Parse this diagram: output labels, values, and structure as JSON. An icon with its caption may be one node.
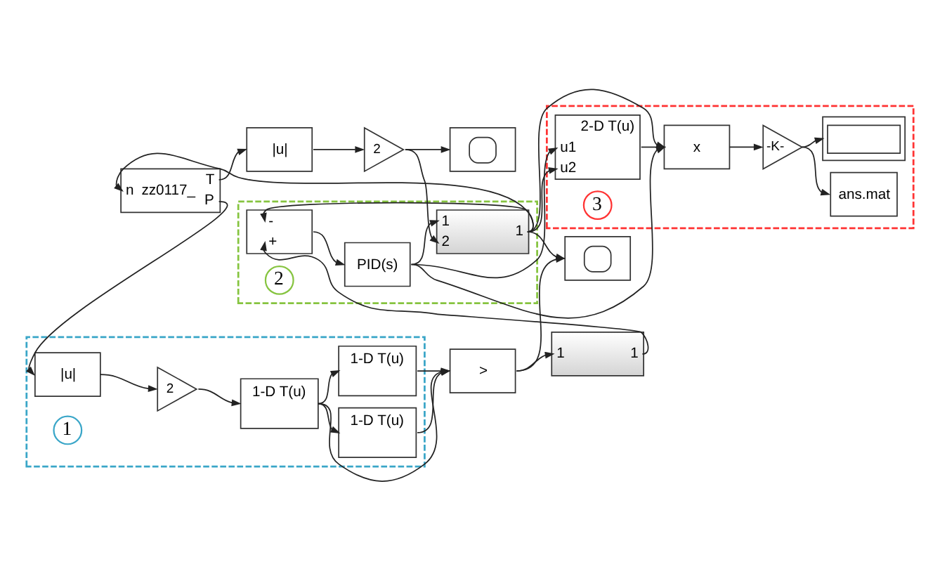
{
  "diagram": {
    "nodes": [
      {
        "text": [
          "n",
          "zz0117_",
          "T",
          "P"
        ]
      },
      {
        "text": [
          "|u|"
        ]
      },
      {
        "text": [
          "2"
        ]
      },
      {
        "text": [],
        "shape": "box"
      },
      {
        "text": [],
        "shape": "box"
      },
      {
        "text": [],
        "shape": "box"
      },
      {
        "text": [
          "1",
          "1"
        ]
      },
      {
        "text": [],
        "shape": "box"
      },
      {
        "text": [
          "-",
          "+"
        ],
        "in": 7
      },
      {
        "text": [
          "PID(s)"
        ],
        "in": 7
      },
      {
        "text": [
          "2"
        ],
        "in": 7
      },
      {
        "text": [
          "1",
          "2",
          "1"
        ],
        "in": 7
      },
      {
        "text": [
          ">"
        ]
      },
      {
        "text": [
          "|u|"
        ],
        "in": 5
      },
      {
        "text": [
          "2"
        ],
        "in": 5
      },
      {
        "text": [
          "1-D T(u)"
        ],
        "in": 5
      },
      {
        "text": [
          "1-D T(u)"
        ],
        "in": 5
      },
      {
        "text": [
          "1-D T(u)"
        ],
        "in": 5
      },
      {
        "text": [
          "1"
        ],
        "in": 5
      },
      {
        "text": [],
        "shape": "box"
      },
      {
        "text": [
          "2-D T(u)",
          "u1",
          "u2"
        ],
        "in": 19
      },
      {
        "text": [
          "x"
        ],
        "in": 19
      },
      {
        "text": [
          "-K-"
        ],
        "in": 19
      },
      {
        "text": [
          "ans.mat"
        ],
        "in": 19
      },
      {
        "text": [],
        "shape": "box",
        "in": 19
      },
      {
        "text": [
          "3"
        ],
        "in": 19
      }
    ],
    "edges": [
      {
        "from": 0,
        "to": 1,
        "arrow": "to"
      },
      {
        "from": 1,
        "to": 2,
        "arrow": "to"
      },
      {
        "from": 2,
        "to": 3,
        "arrow": "to"
      },
      {
        "from": 2,
        "to": 11,
        "arrow": "to"
      },
      {
        "from": 0,
        "to": 13,
        "arrow": "to"
      },
      {
        "from": 13,
        "to": 14,
        "arrow": "to"
      },
      {
        "from": 14,
        "to": 15,
        "arrow": "to"
      },
      {
        "from": 15,
        "to": 16,
        "arrow": "to"
      },
      {
        "from": 15,
        "to": 17,
        "arrow": "to"
      },
      {
        "from": 15,
        "to": 12,
        "arrow": "to"
      },
      {
        "from": 16,
        "to": 12,
        "arrow": "to"
      },
      {
        "from": 17,
        "to": 12,
        "arrow": "to"
      },
      {
        "from": 12,
        "to": 6,
        "arrow": "to"
      },
      {
        "from": 12,
        "to": 4,
        "arrow": "to"
      },
      {
        "from": 6,
        "to": 8,
        "arrow": "to"
      },
      {
        "from": 8,
        "to": 9,
        "arrow": "to"
      },
      {
        "from": 9,
        "to": 11,
        "arrow": "to"
      },
      {
        "from": 9,
        "to": 20,
        "arrow": "to"
      },
      {
        "from": 9,
        "to": 21,
        "arrow": "to"
      },
      {
        "from": 11,
        "to": 0,
        "arrow": "to"
      },
      {
        "from": 11,
        "to": 8,
        "arrow": "to"
      },
      {
        "from": 11,
        "to": 4,
        "arrow": "to"
      },
      {
        "from": 11,
        "to": 20,
        "arrow": "to"
      },
      {
        "from": 11,
        "to": 21,
        "arrow": "to"
      },
      {
        "from": 20,
        "to": 21,
        "arrow": "to"
      },
      {
        "from": 21,
        "to": 22,
        "arrow": "to"
      },
      {
        "from": 22,
        "to": 23,
        "arrow": "to"
      },
      {
        "from": 22,
        "to": 24,
        "arrow": "to"
      }
    ]
  }
}
